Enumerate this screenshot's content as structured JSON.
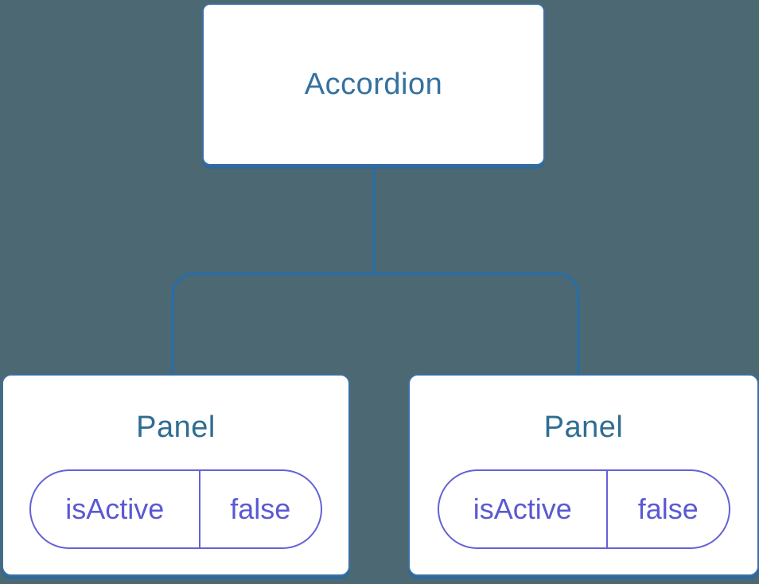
{
  "diagram": {
    "root": {
      "title": "Accordion"
    },
    "children": [
      {
        "title": "Panel",
        "state": {
          "label": "isActive",
          "value": "false"
        }
      },
      {
        "title": "Panel",
        "state": {
          "label": "isActive",
          "value": "false"
        }
      }
    ]
  },
  "colors": {
    "background": "#4c6873",
    "node_fill": "#ffffff",
    "node_border": "#3a70a2",
    "node_shadow": "#2f6899",
    "root_title": "#35719f",
    "panel_title": "#2f6d92",
    "connector": "#2b6ca3",
    "state_pill": "#6462d6",
    "state_text": "#5b59d2"
  }
}
